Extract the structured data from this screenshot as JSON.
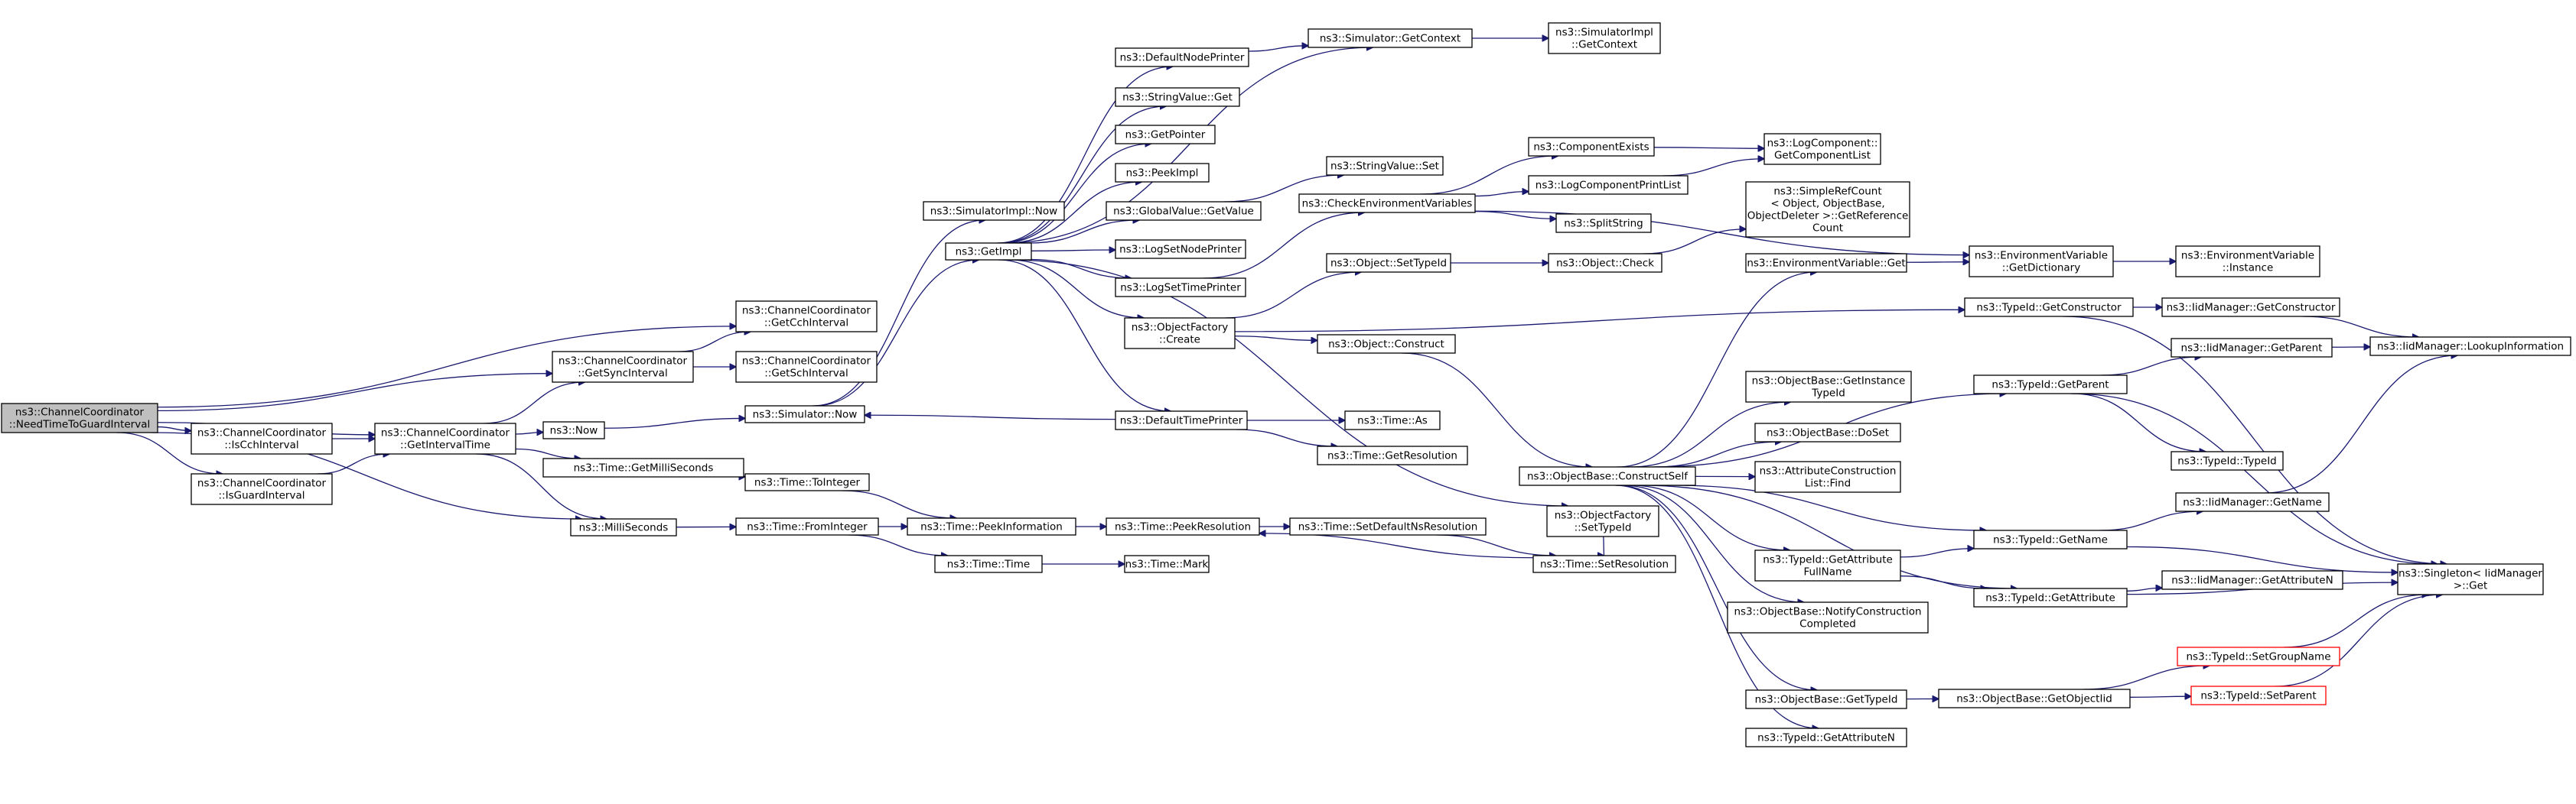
{
  "title": "",
  "colors": {
    "edge": "#191970",
    "root_fill": "#bfbfbf",
    "truncated_border": "#ff0000",
    "node_border": "#000000"
  },
  "nodes": [
    {
      "id": "root",
      "lines": [
        "ns3::ChannelCoordinator",
        "::NeedTimeToGuardInterval"
      ],
      "style": "root"
    },
    {
      "id": "getcch",
      "lines": [
        "ns3::ChannelCoordinator",
        "::GetCchInterval"
      ]
    },
    {
      "id": "getsync",
      "lines": [
        "ns3::ChannelCoordinator",
        "::GetSyncInterval"
      ]
    },
    {
      "id": "getsch",
      "lines": [
        "ns3::ChannelCoordinator",
        "::GetSchInterval"
      ]
    },
    {
      "id": "iscch",
      "lines": [
        "ns3::ChannelCoordinator",
        "::IsCchInterval"
      ]
    },
    {
      "id": "getinterval",
      "lines": [
        "ns3::ChannelCoordinator",
        "::GetIntervalTime"
      ]
    },
    {
      "id": "isguard",
      "lines": [
        "ns3::ChannelCoordinator",
        "::IsGuardInterval"
      ]
    },
    {
      "id": "now",
      "lines": [
        "ns3::Now"
      ]
    },
    {
      "id": "getms",
      "lines": [
        "ns3::Time::GetMilliSeconds"
      ]
    },
    {
      "id": "ms",
      "lines": [
        "ns3::MilliSeconds"
      ]
    },
    {
      "id": "simnow",
      "lines": [
        "ns3::Simulator::Now"
      ]
    },
    {
      "id": "implnow",
      "lines": [
        "ns3::SimulatorImpl::Now"
      ]
    },
    {
      "id": "getimpl",
      "lines": [
        "ns3::GetImpl"
      ]
    },
    {
      "id": "toint",
      "lines": [
        "ns3::Time::ToInteger"
      ]
    },
    {
      "id": "fromint",
      "lines": [
        "ns3::Time::FromInteger"
      ]
    },
    {
      "id": "peekinfo",
      "lines": [
        "ns3::Time::PeekInformation"
      ]
    },
    {
      "id": "timetime",
      "lines": [
        "ns3::Time::Time"
      ]
    },
    {
      "id": "defnode",
      "lines": [
        "ns3::DefaultNodePrinter"
      ]
    },
    {
      "id": "strget",
      "lines": [
        "ns3::StringValue::Get"
      ]
    },
    {
      "id": "getptr",
      "lines": [
        "ns3::GetPointer"
      ]
    },
    {
      "id": "peekimpl",
      "lines": [
        "ns3::PeekImpl"
      ]
    },
    {
      "id": "gvget",
      "lines": [
        "ns3::GlobalValue::GetValue"
      ]
    },
    {
      "id": "logsetnode",
      "lines": [
        "ns3::LogSetNodePrinter"
      ]
    },
    {
      "id": "logsettime",
      "lines": [
        "ns3::LogSetTimePrinter"
      ]
    },
    {
      "id": "ofcreate",
      "lines": [
        "ns3::ObjectFactory",
        "::Create"
      ]
    },
    {
      "id": "deftime",
      "lines": [
        "ns3::DefaultTimePrinter"
      ]
    },
    {
      "id": "peekres",
      "lines": [
        "ns3::Time::PeekResolution"
      ]
    },
    {
      "id": "timemark",
      "lines": [
        "ns3::Time::Mark"
      ]
    },
    {
      "id": "timeas",
      "lines": [
        "ns3::Time::As"
      ]
    },
    {
      "id": "getres",
      "lines": [
        "ns3::Time::GetResolution"
      ]
    },
    {
      "id": "simctx",
      "lines": [
        "ns3::Simulator::GetContext"
      ]
    },
    {
      "id": "implctx",
      "lines": [
        "ns3::SimulatorImpl",
        "::GetContext"
      ]
    },
    {
      "id": "strset",
      "lines": [
        "ns3::StringValue::Set"
      ]
    },
    {
      "id": "checkenv",
      "lines": [
        "ns3::CheckEnvironmentVariables"
      ]
    },
    {
      "id": "compexists",
      "lines": [
        "ns3::ComponentExists"
      ]
    },
    {
      "id": "logprint",
      "lines": [
        "ns3::LogComponentPrintList"
      ]
    },
    {
      "id": "split",
      "lines": [
        "ns3::SplitString"
      ]
    },
    {
      "id": "logcomp",
      "lines": [
        "ns3::LogComponent::",
        "GetComponentList"
      ]
    },
    {
      "id": "simpleref",
      "lines": [
        "ns3::SimpleRefCount",
        "< Object, ObjectBase,",
        "ObjectDeleter >::GetReference",
        "Count"
      ]
    },
    {
      "id": "setTypeId",
      "lines": [
        "ns3::Object::SetTypeId"
      ]
    },
    {
      "id": "objcheck",
      "lines": [
        "ns3::Object::Check"
      ]
    },
    {
      "id": "objconstruct",
      "lines": [
        "ns3::Object::Construct"
      ]
    },
    {
      "id": "ofsettypeid",
      "lines": [
        "ns3::ObjectFactory",
        "::SetTypeId"
      ]
    },
    {
      "id": "setdefns",
      "lines": [
        "ns3::Time::SetDefaultNsResolution"
      ]
    },
    {
      "id": "setres",
      "lines": [
        "ns3::Time::SetResolution"
      ]
    },
    {
      "id": "constructself",
      "lines": [
        "ns3::ObjectBase::ConstructSelf"
      ]
    },
    {
      "id": "envget",
      "lines": [
        "ns3::EnvironmentVariable::Get"
      ]
    },
    {
      "id": "envdict",
      "lines": [
        "ns3::EnvironmentVariable",
        "::GetDictionary"
      ]
    },
    {
      "id": "envinst",
      "lines": [
        "ns3::EnvironmentVariable",
        "::Instance"
      ]
    },
    {
      "id": "getinsttypeid",
      "lines": [
        "ns3::ObjectBase::GetInstance",
        "TypeId"
      ]
    },
    {
      "id": "doset",
      "lines": [
        "ns3::ObjectBase::DoSet"
      ]
    },
    {
      "id": "attrfind",
      "lines": [
        "ns3::AttributeConstruction",
        "List::Find"
      ]
    },
    {
      "id": "getattrfull",
      "lines": [
        "ns3::TypeId::GetAttribute",
        "FullName"
      ]
    },
    {
      "id": "notify",
      "lines": [
        "ns3::ObjectBase::NotifyConstruction",
        "Completed"
      ]
    },
    {
      "id": "obgettypeid",
      "lines": [
        "ns3::ObjectBase::GetTypeId"
      ]
    },
    {
      "id": "getattrn",
      "lines": [
        "ns3::TypeId::GetAttributeN"
      ]
    },
    {
      "id": "tgetctor",
      "lines": [
        "ns3::TypeId::GetConstructor"
      ]
    },
    {
      "id": "tgetparent",
      "lines": [
        "ns3::TypeId::GetParent"
      ]
    },
    {
      "id": "ttypeid",
      "lines": [
        "ns3::TypeId::TypeId"
      ]
    },
    {
      "id": "tgetname",
      "lines": [
        "ns3::TypeId::GetName"
      ]
    },
    {
      "id": "tgetattr",
      "lines": [
        "ns3::TypeId::GetAttribute"
      ]
    },
    {
      "id": "getobjtid",
      "lines": [
        "ns3::ObjectBase::GetObjectIid"
      ]
    },
    {
      "id": "iidgetctor",
      "lines": [
        "ns3::IidManager::GetConstructor"
      ]
    },
    {
      "id": "iidgetparent",
      "lines": [
        "ns3::IidManager::GetParent"
      ]
    },
    {
      "id": "iidlookup",
      "lines": [
        "ns3::IidManager::LookupInformation"
      ]
    },
    {
      "id": "iidgetname",
      "lines": [
        "ns3::IidManager::GetName"
      ]
    },
    {
      "id": "iidgetattrn",
      "lines": [
        "ns3::IidManager::GetAttributeN"
      ]
    },
    {
      "id": "tsetgroup",
      "lines": [
        "ns3::TypeId::SetGroupName"
      ],
      "style": "trunc"
    },
    {
      "id": "tsetparent",
      "lines": [
        "ns3::TypeId::SetParent"
      ],
      "style": "trunc"
    },
    {
      "id": "singleton",
      "lines": [
        "ns3::Singleton< IidManager",
        " >::Get"
      ]
    }
  ],
  "edges": [
    [
      "root",
      "getcch"
    ],
    [
      "root",
      "getsync"
    ],
    [
      "root",
      "iscch"
    ],
    [
      "root",
      "getinterval"
    ],
    [
      "root",
      "isguard"
    ],
    [
      "root",
      "ms"
    ],
    [
      "getsync",
      "getcch"
    ],
    [
      "getsync",
      "getsch"
    ],
    [
      "iscch",
      "getinterval"
    ],
    [
      "isguard",
      "getinterval"
    ],
    [
      "getinterval",
      "getsync"
    ],
    [
      "getinterval",
      "now"
    ],
    [
      "getinterval",
      "getms"
    ],
    [
      "getinterval",
      "ms"
    ],
    [
      "now",
      "simnow"
    ],
    [
      "simnow",
      "implnow"
    ],
    [
      "simnow",
      "getimpl"
    ],
    [
      "getms",
      "toint"
    ],
    [
      "toint",
      "peekinfo"
    ],
    [
      "ms",
      "fromint"
    ],
    [
      "fromint",
      "peekinfo"
    ],
    [
      "fromint",
      "timetime"
    ],
    [
      "peekinfo",
      "peekres"
    ],
    [
      "timetime",
      "timemark"
    ],
    [
      "getimpl",
      "defnode"
    ],
    [
      "getimpl",
      "strget"
    ],
    [
      "getimpl",
      "getptr"
    ],
    [
      "getimpl",
      "peekimpl"
    ],
    [
      "getimpl",
      "gvget"
    ],
    [
      "getimpl",
      "logsetnode"
    ],
    [
      "getimpl",
      "logsettime"
    ],
    [
      "getimpl",
      "ofcreate"
    ],
    [
      "getimpl",
      "deftime"
    ],
    [
      "getimpl",
      "simctx"
    ],
    [
      "getimpl",
      "ofsettypeid"
    ],
    [
      "defnode",
      "simctx"
    ],
    [
      "simctx",
      "implctx"
    ],
    [
      "gvget",
      "strset"
    ],
    [
      "logsettime",
      "checkenv"
    ],
    [
      "checkenv",
      "compexists"
    ],
    [
      "checkenv",
      "logprint"
    ],
    [
      "checkenv",
      "split"
    ],
    [
      "checkenv",
      "envdict"
    ],
    [
      "compexists",
      "logcomp"
    ],
    [
      "logprint",
      "logcomp"
    ],
    [
      "ofcreate",
      "setTypeId"
    ],
    [
      "ofcreate",
      "objconstruct"
    ],
    [
      "ofcreate",
      "tgetctor"
    ],
    [
      "setTypeId",
      "objcheck"
    ],
    [
      "objcheck",
      "simpleref"
    ],
    [
      "objconstruct",
      "constructself"
    ],
    [
      "deftime",
      "simnow"
    ],
    [
      "deftime",
      "timeas"
    ],
    [
      "deftime",
      "getres"
    ],
    [
      "setdefns",
      "setres"
    ],
    [
      "setres",
      "peekres"
    ],
    [
      "ofsettypeid",
      "setres"
    ],
    [
      "peekres",
      "setdefns"
    ],
    [
      "constructself",
      "envget"
    ],
    [
      "constructself",
      "tgetparent"
    ],
    [
      "constructself",
      "getinsttypeid"
    ],
    [
      "constructself",
      "doset"
    ],
    [
      "constructself",
      "attrfind"
    ],
    [
      "constructself",
      "getattrfull"
    ],
    [
      "constructself",
      "notify"
    ],
    [
      "constructself",
      "obgettypeid"
    ],
    [
      "constructself",
      "getattrn"
    ],
    [
      "constructself",
      "tgetname"
    ],
    [
      "constructself",
      "tgetattr"
    ],
    [
      "envget",
      "envdict"
    ],
    [
      "envdict",
      "envinst"
    ],
    [
      "getattrfull",
      "tgetname"
    ],
    [
      "getattrfull",
      "tgetattr"
    ],
    [
      "obgettypeid",
      "getobjtid"
    ],
    [
      "getobjtid",
      "tsetgroup"
    ],
    [
      "getobjtid",
      "tsetparent"
    ],
    [
      "tgetctor",
      "iidgetctor"
    ],
    [
      "tgetctor",
      "singleton"
    ],
    [
      "iidgetctor",
      "iidlookup"
    ],
    [
      "tgetparent",
      "iidgetparent"
    ],
    [
      "tgetparent",
      "ttypeid"
    ],
    [
      "tgetparent",
      "singleton"
    ],
    [
      "iidgetparent",
      "iidlookup"
    ],
    [
      "tgetname",
      "iidgetname"
    ],
    [
      "tgetname",
      "singleton"
    ],
    [
      "iidgetname",
      "iidlookup"
    ],
    [
      "tgetattr",
      "iidgetattrn"
    ],
    [
      "tgetattr",
      "singleton"
    ],
    [
      "tsetgroup",
      "singleton"
    ],
    [
      "tsetparent",
      "singleton"
    ]
  ]
}
